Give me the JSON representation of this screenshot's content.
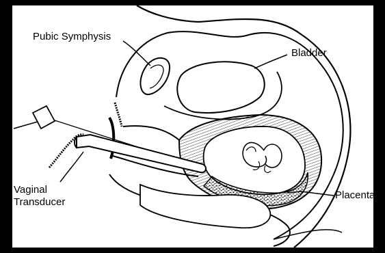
{
  "diagram": {
    "labels": {
      "pubic_symphysis": "Pubic Symphysis",
      "bladder": "Bladder",
      "vaginal_transducer_line1": "Vaginal",
      "vaginal_transducer_line2": "Transducer",
      "placenta": "Placenta"
    },
    "colors": {
      "frame": "#000000",
      "paper": "#ffffff",
      "ink": "#000000"
    }
  }
}
